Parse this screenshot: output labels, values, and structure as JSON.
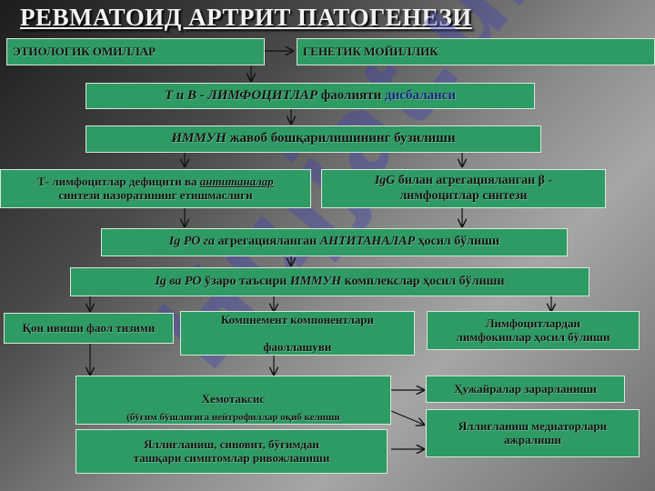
{
  "title": "РЕВМАТОИД АРТРИТ ПАТОГЕНЕЗИ",
  "watermark": "Hujjat.uz",
  "boxes": {
    "etiology": "ЭТИОЛОГИК ОМИЛЛАР",
    "genetic": "ГЕНЕТИК МОЙИЛЛИК",
    "tb_italic": "Т  и  В - ЛИМФОЦИТЛАР",
    "tb_rest": " фаолияти ",
    "tb_blue": "дисбаланси",
    "immune_italic": "ИММУН",
    "immune_rest": " жавоб бошқарилишининг бузилиши",
    "tdef_1": "Т-  лимфоцитлар дефицити ва ",
    "tdef_ul": "антитаналар",
    "tdef_2": "синтези назоратининг етишмаслиги",
    "igg_italic": "IgG",
    "igg_1": " билан агрегацияланган β -",
    "igg_2": "лимфоцитлар синтези",
    "igro_italic": "Ig РО га",
    "igro_mid": " агрегацияланган ",
    "igro_italic2": "АНТИТАНАЛАР",
    "igro_rest": " ҳосил бўлиши",
    "complex_italic": "Ig ва РО",
    "complex_mid": " ўзаро таъсири  ",
    "complex_italic2": "ИММУН",
    "complex_rest": " комплекслар ҳосил бўлиши",
    "coag": "Қон ивиши фаол тизими",
    "complement_1": "Компнемент  компонентлари",
    "complement_2": "фаоллашуви",
    "lymphokine_1": "Лимфоцитлардан",
    "lymphokine_2": "лимфокинлар ҳосил бўлиши",
    "chemotaxis": "Хемотаксис",
    "chemotaxis_sub": "(бўғим бўшлиғига нейтрофиллар оқиб келиши",
    "cell_damage": "Ҳужайралар зарарланиши",
    "mediators_1": "Яллиғланиш медиаторлари",
    "mediators_2": "ажралиши",
    "inflammation_1": "Яллиғланиш, синовит, бўғимдан",
    "inflammation_2": "ташқари симптомлар ривожланиши"
  }
}
